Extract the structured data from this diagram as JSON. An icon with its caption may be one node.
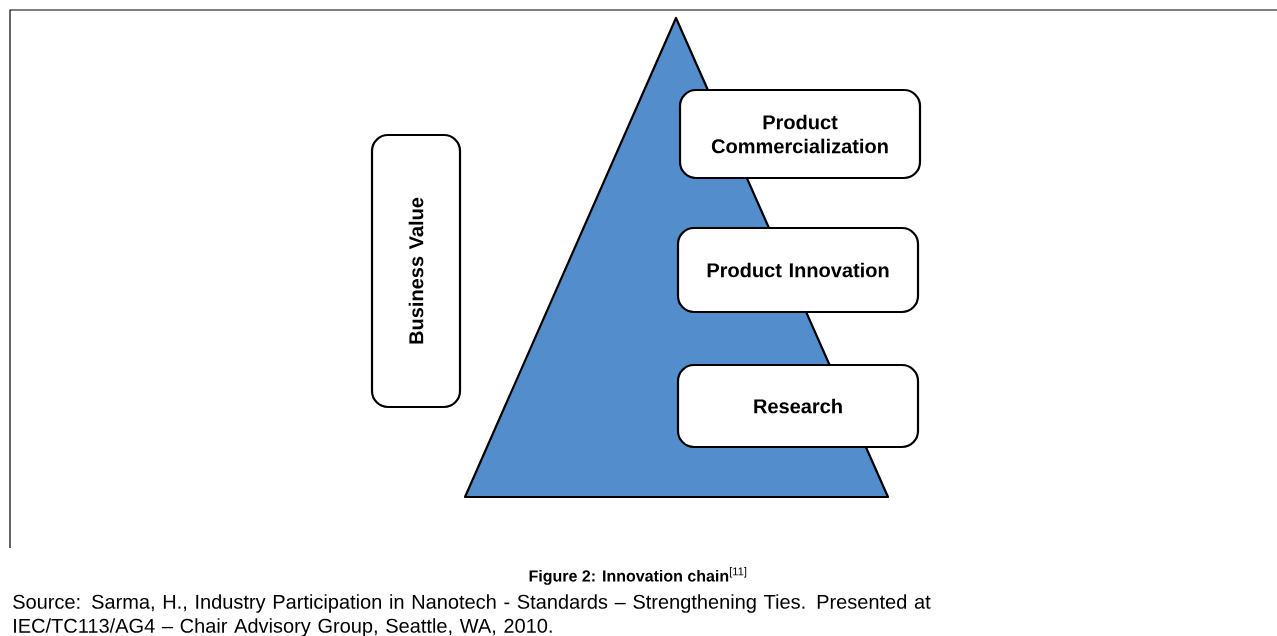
{
  "diagram": {
    "caption": "**Figure 2: Innovation chain**$^{[11]}$",
    "nodes": [
      {
        "text": [
          "Business Value"
        ]
      },
      {
        "text": [],
        "shape": "triangle"
      },
      {
        "text": [
          "Product Commercialization"
        ]
      },
      {
        "text": [
          "Product Innovation"
        ]
      },
      {
        "text": [
          "Research"
        ]
      }
    ],
    "labels": [
      "Source: Sarma, H., Industry Participation in Nanotech - Standards – Strengthening Ties. Presented at IEC/TC113/AG4 – Chair Advisory Group, Seattle, WA, 2010."
    ]
  }
}
